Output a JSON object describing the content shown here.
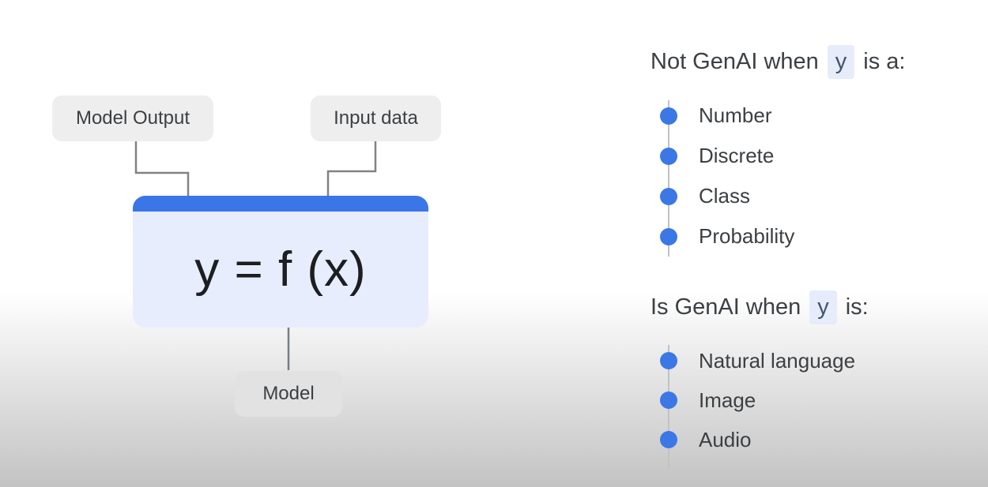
{
  "diagram": {
    "labels": {
      "model_output": "Model Output",
      "input_data": "Input data",
      "model": "Model"
    },
    "formula": "y = f (x)"
  },
  "right_panel": {
    "not_genai": {
      "heading_prefix": "Not GenAI when",
      "heading_var": "y",
      "heading_suffix": "is a:",
      "items": [
        "Number",
        "Discrete",
        "Class",
        "Probability"
      ]
    },
    "is_genai": {
      "heading_prefix": "Is GenAI when",
      "heading_var": "y",
      "heading_suffix": "is:",
      "items": [
        "Natural language",
        "Image",
        "Audio"
      ]
    }
  },
  "colors": {
    "accent_blue": "#3b76e7",
    "dot_blue": "#3b78e5",
    "box_body": "#e7edfc",
    "chip_bg": "#e7ecfb",
    "chip_text": "#44546f",
    "tag_bg": "#eeeeee",
    "text": "#3c4043",
    "connector_gray": "#828282",
    "timeline_gray": "#c2c2c2"
  }
}
